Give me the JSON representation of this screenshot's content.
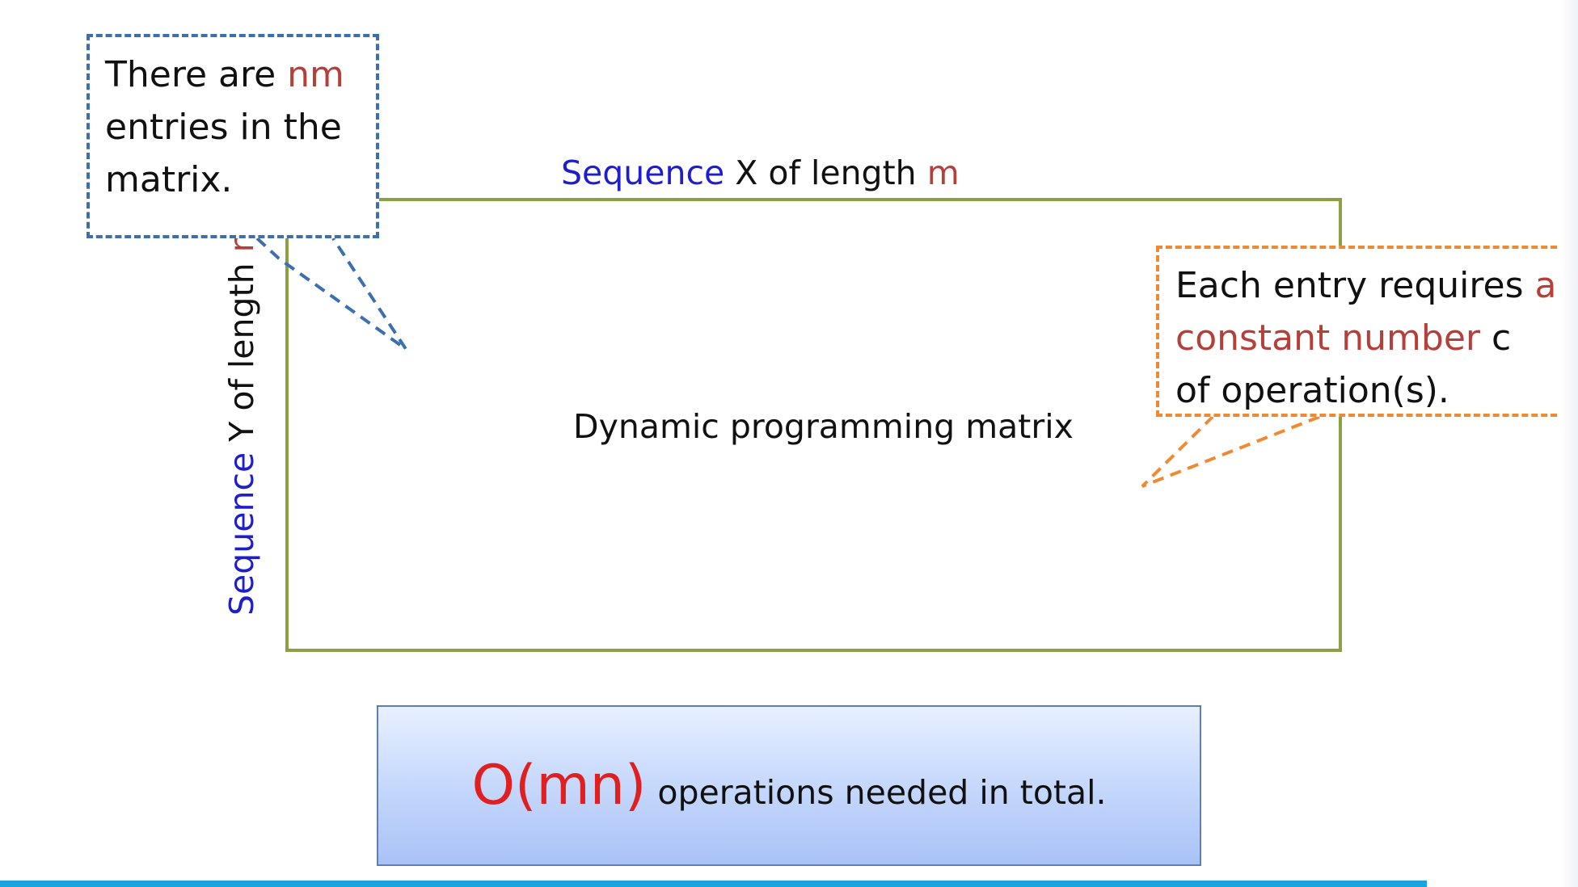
{
  "matrix": {
    "label": "Dynamic programming matrix"
  },
  "sequence_x": {
    "word": "Sequence",
    "middle": " X of length ",
    "variable": "m"
  },
  "sequence_y": {
    "word": "Sequence",
    "middle": " Y of length ",
    "variable": "n"
  },
  "callout_left": {
    "line1_pre": "There are ",
    "line1_var": "nm",
    "line2": "entries in the",
    "line3": "matrix."
  },
  "callout_right": {
    "line1_pre": "Each entry requires ",
    "line1_var": "a",
    "line2_var": "constant number",
    "line2_post": " c",
    "line3": "of operation(s)."
  },
  "result": {
    "complexity": "O(mn)",
    "text": "operations needed in total."
  },
  "colors": {
    "matrix_border": "#8aa043",
    "sequence_word": "#1e1ecc",
    "variable": "#b5403a",
    "complexity": "#e02020",
    "left_callout_border": "#3d6fae",
    "right_callout_border": "#f08a32",
    "bottom_bar": "#1aa3dc"
  }
}
